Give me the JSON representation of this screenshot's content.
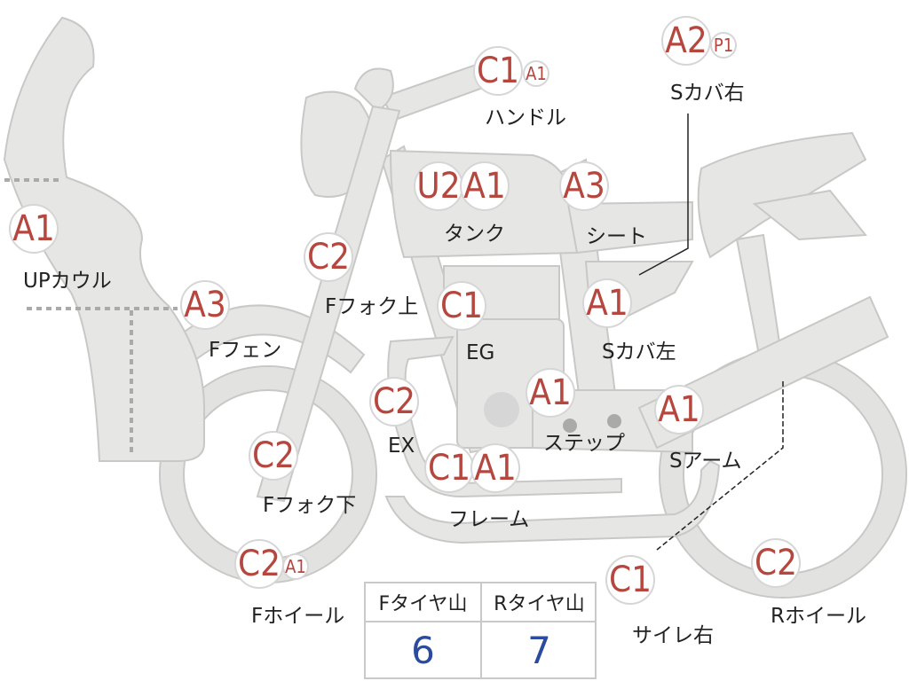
{
  "parts": {
    "handle": {
      "label": "ハンドル",
      "codes": [
        "C1",
        "A1"
      ]
    },
    "side_cover_right": {
      "label": "Sカバ右",
      "codes": [
        "A2",
        "P1"
      ]
    },
    "upper_cowl": {
      "label": "UPカウル",
      "codes": [
        "A1"
      ]
    },
    "tank": {
      "label": "タンク",
      "codes": [
        "U2",
        "A1"
      ]
    },
    "seat": {
      "label": "シート",
      "codes": [
        "A3"
      ]
    },
    "front_fork_upper": {
      "label": "Fフォク上",
      "codes": [
        "C2"
      ]
    },
    "front_fender": {
      "label": "Fフェン",
      "codes": [
        "A3"
      ]
    },
    "engine": {
      "label": "EG",
      "codes": [
        "C1"
      ]
    },
    "side_cover_left": {
      "label": "Sカバ左",
      "codes": [
        "A1"
      ]
    },
    "exhaust": {
      "label": "EX",
      "codes": [
        "C2"
      ]
    },
    "step": {
      "label": "ステップ",
      "codes": [
        "A1"
      ]
    },
    "swing_arm": {
      "label": "Sアーム",
      "codes": [
        "A1"
      ]
    },
    "front_fork_lower": {
      "label": "Fフォク下",
      "codes": [
        "C2"
      ]
    },
    "frame": {
      "label": "フレーム",
      "codes": [
        "C1",
        "A1"
      ]
    },
    "front_wheel": {
      "label": "Fホイール",
      "codes": [
        "C2",
        "A1"
      ]
    },
    "silencer_right": {
      "label": "サイレ右",
      "codes": [
        "C1"
      ]
    },
    "rear_wheel": {
      "label": "Rホイール",
      "codes": [
        "C2"
      ]
    }
  },
  "tire_table": {
    "headers": [
      "Fタイヤ山",
      "Rタイヤ山"
    ],
    "values": [
      "6",
      "7"
    ]
  },
  "colors": {
    "part_fill": "#e6e6e4",
    "part_stroke": "#c8c8c6",
    "code_text": "#b5473f",
    "value_text": "#2b4b9e"
  }
}
